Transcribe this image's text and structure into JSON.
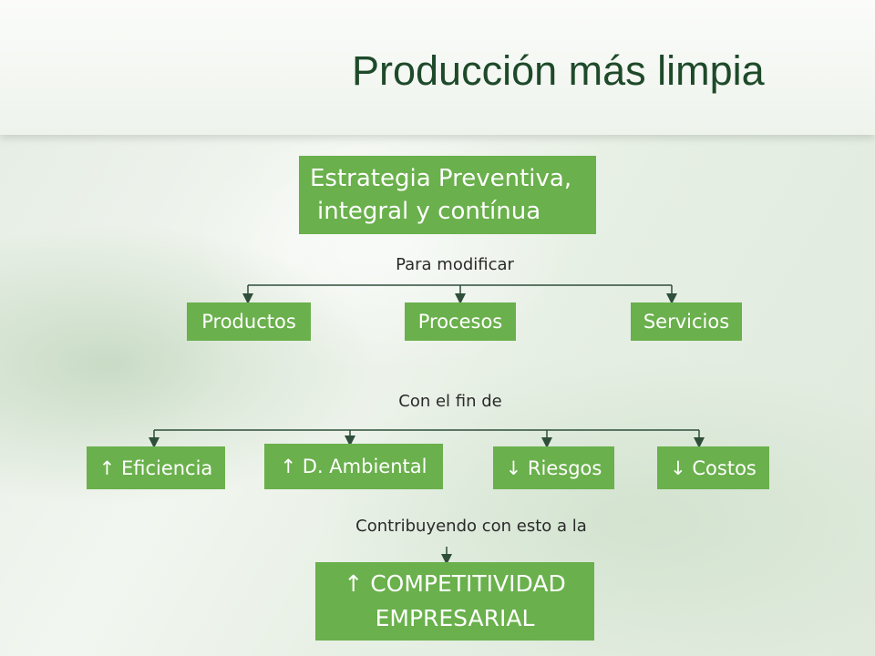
{
  "slide": {
    "title": "Producción más limpia",
    "root": {
      "line1": "Estrategia Preventiva,",
      "line2": "integral y contínua"
    },
    "label_modify": "Para modificar",
    "targets": [
      "Productos",
      "Procesos",
      "Servicios"
    ],
    "label_purpose": "Con el fin de",
    "outcomes": [
      "↑ Eficiencia",
      "↑ D. Ambiental",
      "↓ Riesgos",
      "↓ Costos"
    ],
    "label_contribute": "Contribuyendo con esto a la",
    "result": {
      "line1": "↑ COMPETITIVIDAD",
      "line2": "EMPRESARIAL"
    }
  },
  "colors": {
    "box": "#6ab04c",
    "title": "#1e4a2a",
    "line": "#2f4f3a"
  }
}
